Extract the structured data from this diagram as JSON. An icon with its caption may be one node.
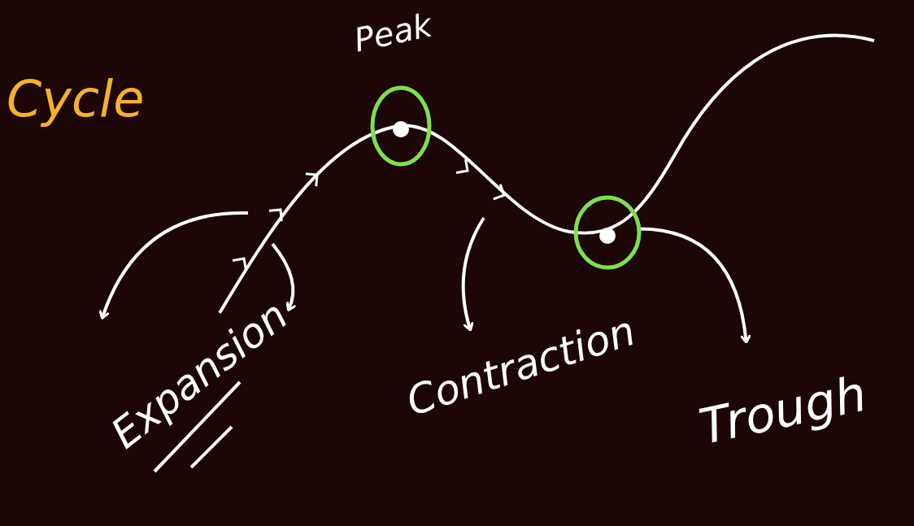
{
  "diagram": {
    "title": "Cycle",
    "nodes": [
      {
        "text": [],
        "shape": "circle",
        "beside": [
          "Peak"
        ]
      },
      {
        "text": [],
        "shape": "circle"
      },
      {
        "text": [
          "Expansion"
        ]
      },
      {
        "text": [
          "Contraction"
        ]
      },
      {
        "text": [
          "Trough"
        ]
      }
    ],
    "edges": [
      {
        "from": null,
        "to": 2,
        "arrow": "to"
      },
      {
        "from": null,
        "to": 2,
        "arrow": "to"
      },
      {
        "from": null,
        "to": 3,
        "arrow": "to"
      },
      {
        "from": 1,
        "to": 4,
        "arrow": "to"
      }
    ]
  }
}
